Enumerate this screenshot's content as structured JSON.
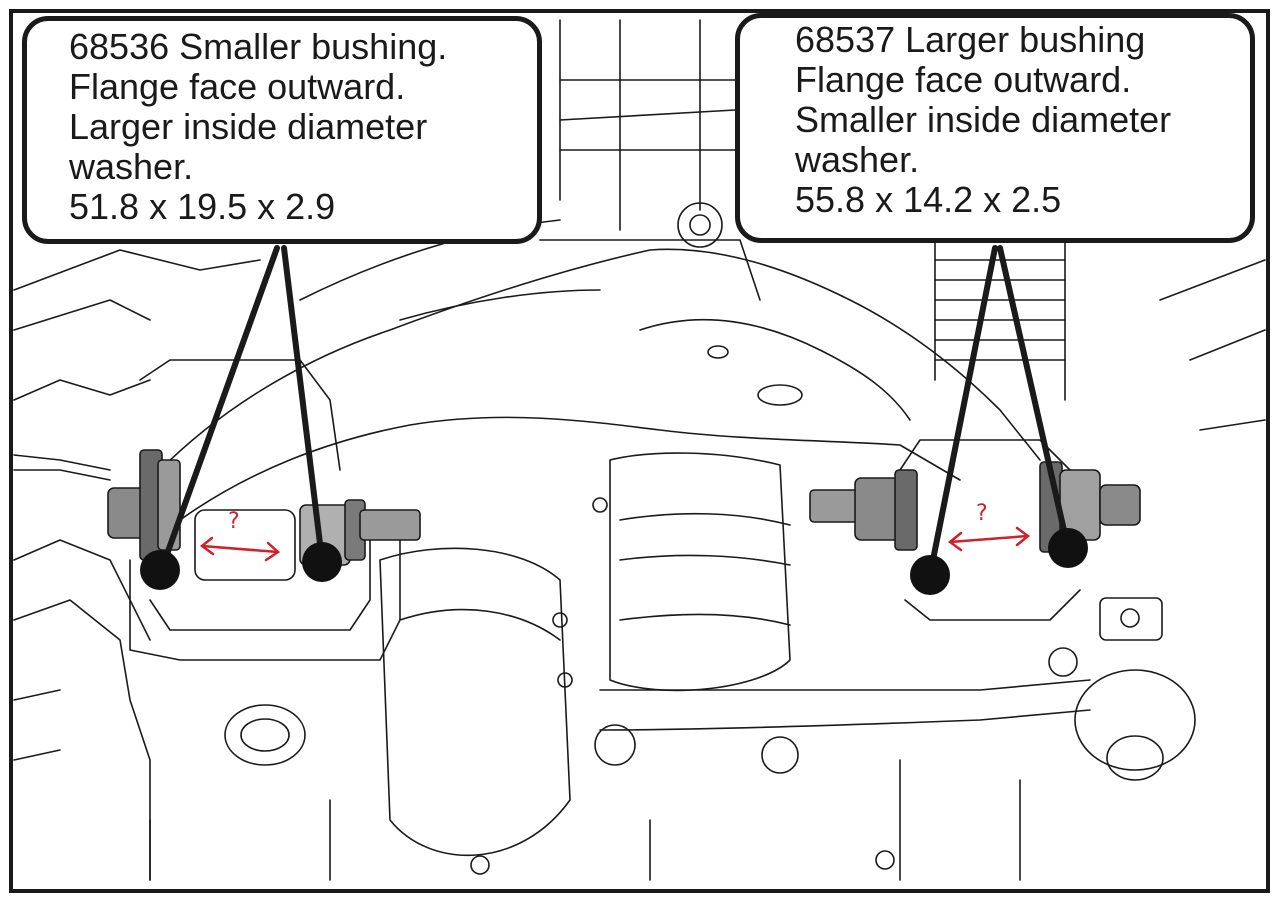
{
  "callouts": {
    "left": {
      "lines": [
        "68536 Smaller bushing.",
        "Flange face outward.",
        "Larger inside diameter",
        "washer.",
        "51.8 x 19.5 x 2.9"
      ]
    },
    "right": {
      "lines": [
        "68537 Larger bushing",
        "Flange face outward.",
        "Smaller inside diameter",
        "washer.",
        "55.8 x 14.2 x 2.5"
      ]
    }
  },
  "annotations": {
    "left_gap_mark": "?",
    "right_gap_mark": "?"
  },
  "colors": {
    "line_art": "#1a1a1a",
    "annotation_red": "#d0202a",
    "background": "#ffffff"
  }
}
